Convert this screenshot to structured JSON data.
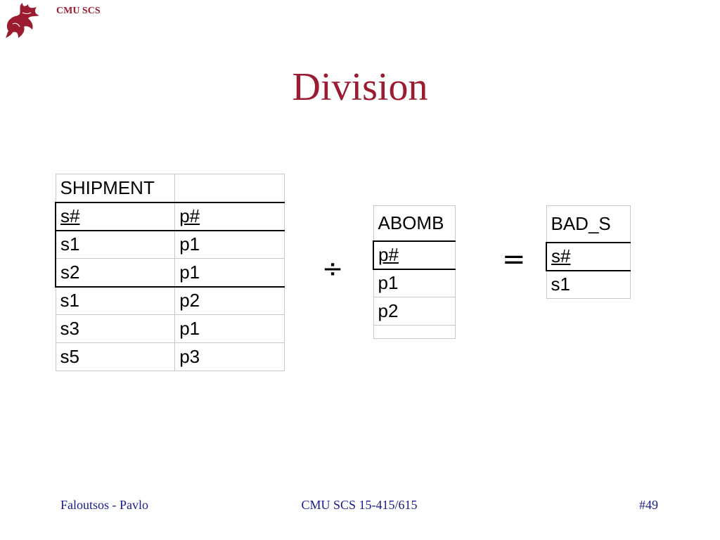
{
  "header": {
    "brand": "CMU SCS"
  },
  "slide": {
    "title": "Division"
  },
  "tables": {
    "shipment": {
      "name": "SHIPMENT",
      "columns": [
        "s#",
        "p#"
      ],
      "rows": [
        [
          "s1",
          "p1"
        ],
        [
          "s2",
          "p1"
        ],
        [
          "s1",
          "p2"
        ],
        [
          "s3",
          "p1"
        ],
        [
          "s5",
          "p3"
        ]
      ]
    },
    "abomb": {
      "name": "ABOMB",
      "columns": [
        "p#"
      ],
      "rows": [
        [
          "p1"
        ],
        [
          "p2"
        ]
      ]
    },
    "bad_s": {
      "name": "BAD_S",
      "columns": [
        "s#"
      ],
      "rows": [
        [
          "s1"
        ]
      ]
    }
  },
  "operators": {
    "divide": "÷",
    "equals": "="
  },
  "footer": {
    "left": "Faloutsos - Pavlo",
    "center": "CMU SCS 15-415/615",
    "right": "#49"
  },
  "colors": {
    "accent": "#9b1b30",
    "footer_text": "#1a1a8c"
  }
}
